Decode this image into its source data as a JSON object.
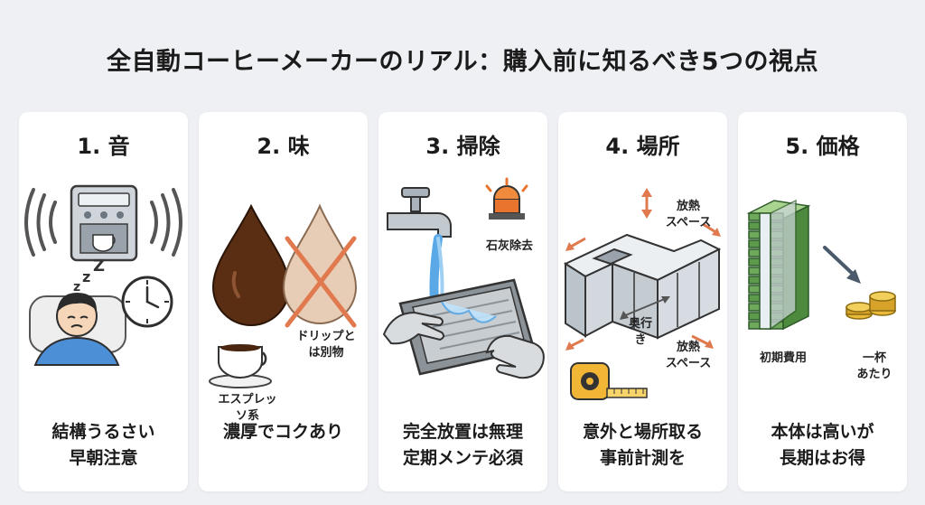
{
  "title": "全自動コーヒーメーカーのリアル：購入前に知るべき5つの視点",
  "cards": [
    {
      "title": "1. 音",
      "desc": [
        "結構うるさい",
        "早朝注意"
      ]
    },
    {
      "title": "2. 味",
      "desc": [
        "濃厚でコクあり"
      ],
      "captions": {
        "espresso": "エスプレッ\nソ系",
        "drip": "ドリップと\nは別物"
      }
    },
    {
      "title": "3. 掃除",
      "desc": [
        "完全放置は無理",
        "定期メンテ必須"
      ],
      "captions": {
        "descale": "石灰除去"
      }
    },
    {
      "title": "4. 場所",
      "desc": [
        "意外と場所取る",
        "事前計測を"
      ],
      "captions": {
        "heat_top": "放熱\nスペース",
        "depth": "奥行\nき",
        "heat_bottom": "放熱\nスペース"
      }
    },
    {
      "title": "5. 価格",
      "desc": [
        "本体は高いが",
        "長期はお得"
      ],
      "captions": {
        "initial": "初期費用",
        "per_cup": "一杯\nあたり"
      }
    }
  ]
}
